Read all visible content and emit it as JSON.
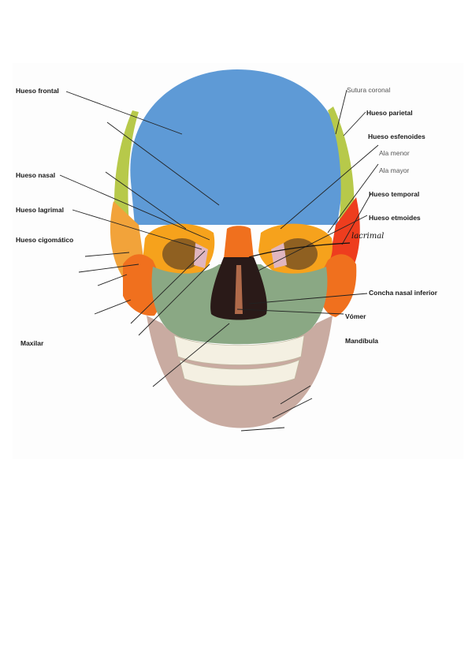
{
  "figure": {
    "labels_left": {
      "frontal": "Hueso frontal",
      "nasal": "Hueso nasal",
      "lagrimal": "Hueso lagrimal",
      "cigomatico": "Hueso cigomático",
      "maxilar": "Maxilar"
    },
    "labels_right": {
      "sutura": "Sutura coronal",
      "parietal": "Hueso parietal",
      "esfenoides": "Hueso esfenoides",
      "ala_menor": "Ala menor",
      "ala_mayor": "Ala mayor",
      "temporal": "Hueso temporal",
      "etmoides": "Hueso etmoides",
      "concha": "Concha nasal inferior",
      "vomer": "Vómer",
      "mandibula": "Mandíbula"
    },
    "handwritten_note": "lacrimal"
  },
  "colors": {
    "frontal": "#5e9ad6",
    "parietal": "#b7c94a",
    "zygomatic": "#f0701e",
    "sphenoid": "#f6a21c",
    "maxilla": "#8aa884",
    "mandible": "#c9aba1",
    "teeth": "#f4f0e2"
  }
}
